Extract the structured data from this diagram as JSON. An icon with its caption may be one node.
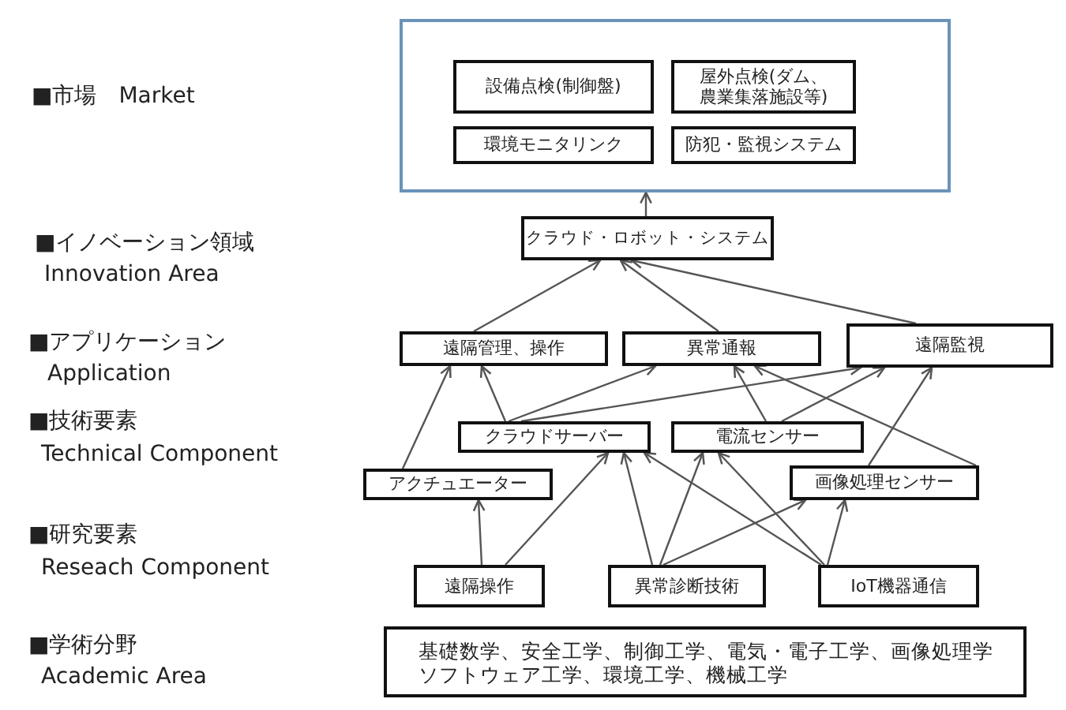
{
  "diagram": {
    "nodes": [
      {
        "text": [],
        "shape": "box"
      },
      {
        "text": [
          "設備点検(制御盤)"
        ],
        "in": 0
      },
      {
        "text": [
          "屋外点検(ダム、農業集落施設等)"
        ],
        "in": 0
      },
      {
        "text": [
          "環境モニタリンク"
        ],
        "in": 0
      },
      {
        "text": [
          "防犯・監視システム"
        ],
        "in": 0
      },
      {
        "text": [
          "クラウド・ロボット・システム"
        ]
      },
      {
        "text": [
          "遠隔管理、操作"
        ]
      },
      {
        "text": [
          "異常通報"
        ]
      },
      {
        "text": [
          "遠隔監視"
        ]
      },
      {
        "text": [
          "クラウドサーバー"
        ]
      },
      {
        "text": [
          "電流センサー"
        ]
      },
      {
        "text": [
          "アクチュエーター"
        ]
      },
      {
        "text": [
          "画像処理センサー"
        ]
      },
      {
        "text": [
          "遠隔操作"
        ]
      },
      {
        "text": [
          "異常診断技術"
        ]
      },
      {
        "text": [
          "IoT機器通信"
        ]
      },
      {
        "text": [
          "基礎数学、安全工学、制御工学、電気・電子工学、画像処理学ソフトウェア工学、環境工学、機械工学"
        ]
      }
    ],
    "edges": [
      {
        "from": 5,
        "to": 0,
        "arrow": "to"
      },
      {
        "from": 6,
        "to": 5,
        "arrow": "to"
      },
      {
        "from": 7,
        "to": 5,
        "arrow": "to"
      },
      {
        "from": 8,
        "to": 5,
        "arrow": "to"
      },
      {
        "from": 11,
        "to": 6,
        "arrow": "to"
      },
      {
        "from": 9,
        "to": 6,
        "arrow": "to"
      },
      {
        "from": 9,
        "to": 7,
        "arrow": "to"
      },
      {
        "from": 9,
        "to": 8,
        "arrow": "to"
      },
      {
        "from": 10,
        "to": 7,
        "arrow": "to"
      },
      {
        "from": 10,
        "to": 8,
        "arrow": "to"
      },
      {
        "from": 12,
        "to": 8,
        "arrow": "to"
      },
      {
        "from": 12,
        "to": 7,
        "arrow": "to"
      },
      {
        "from": 13,
        "to": 11,
        "arrow": "to"
      },
      {
        "from": 13,
        "to": 9,
        "arrow": "to"
      },
      {
        "from": 14,
        "to": 9,
        "arrow": "to"
      },
      {
        "from": 14,
        "to": 10,
        "arrow": "to"
      },
      {
        "from": 14,
        "to": 12,
        "arrow": "to"
      },
      {
        "from": 15,
        "to": 9,
        "arrow": "to"
      },
      {
        "from": 15,
        "to": 10,
        "arrow": "to"
      },
      {
        "from": 15,
        "to": 12,
        "arrow": "to"
      }
    ],
    "labels": [
      "■市場　Market",
      "■イノベーション領域",
      "Innovation Area",
      "■アプリケーション",
      "Application",
      "■技術要素",
      "Technical Component",
      "■研究要素",
      "Reseach Component",
      "■学術分野",
      "Academic Area"
    ]
  }
}
